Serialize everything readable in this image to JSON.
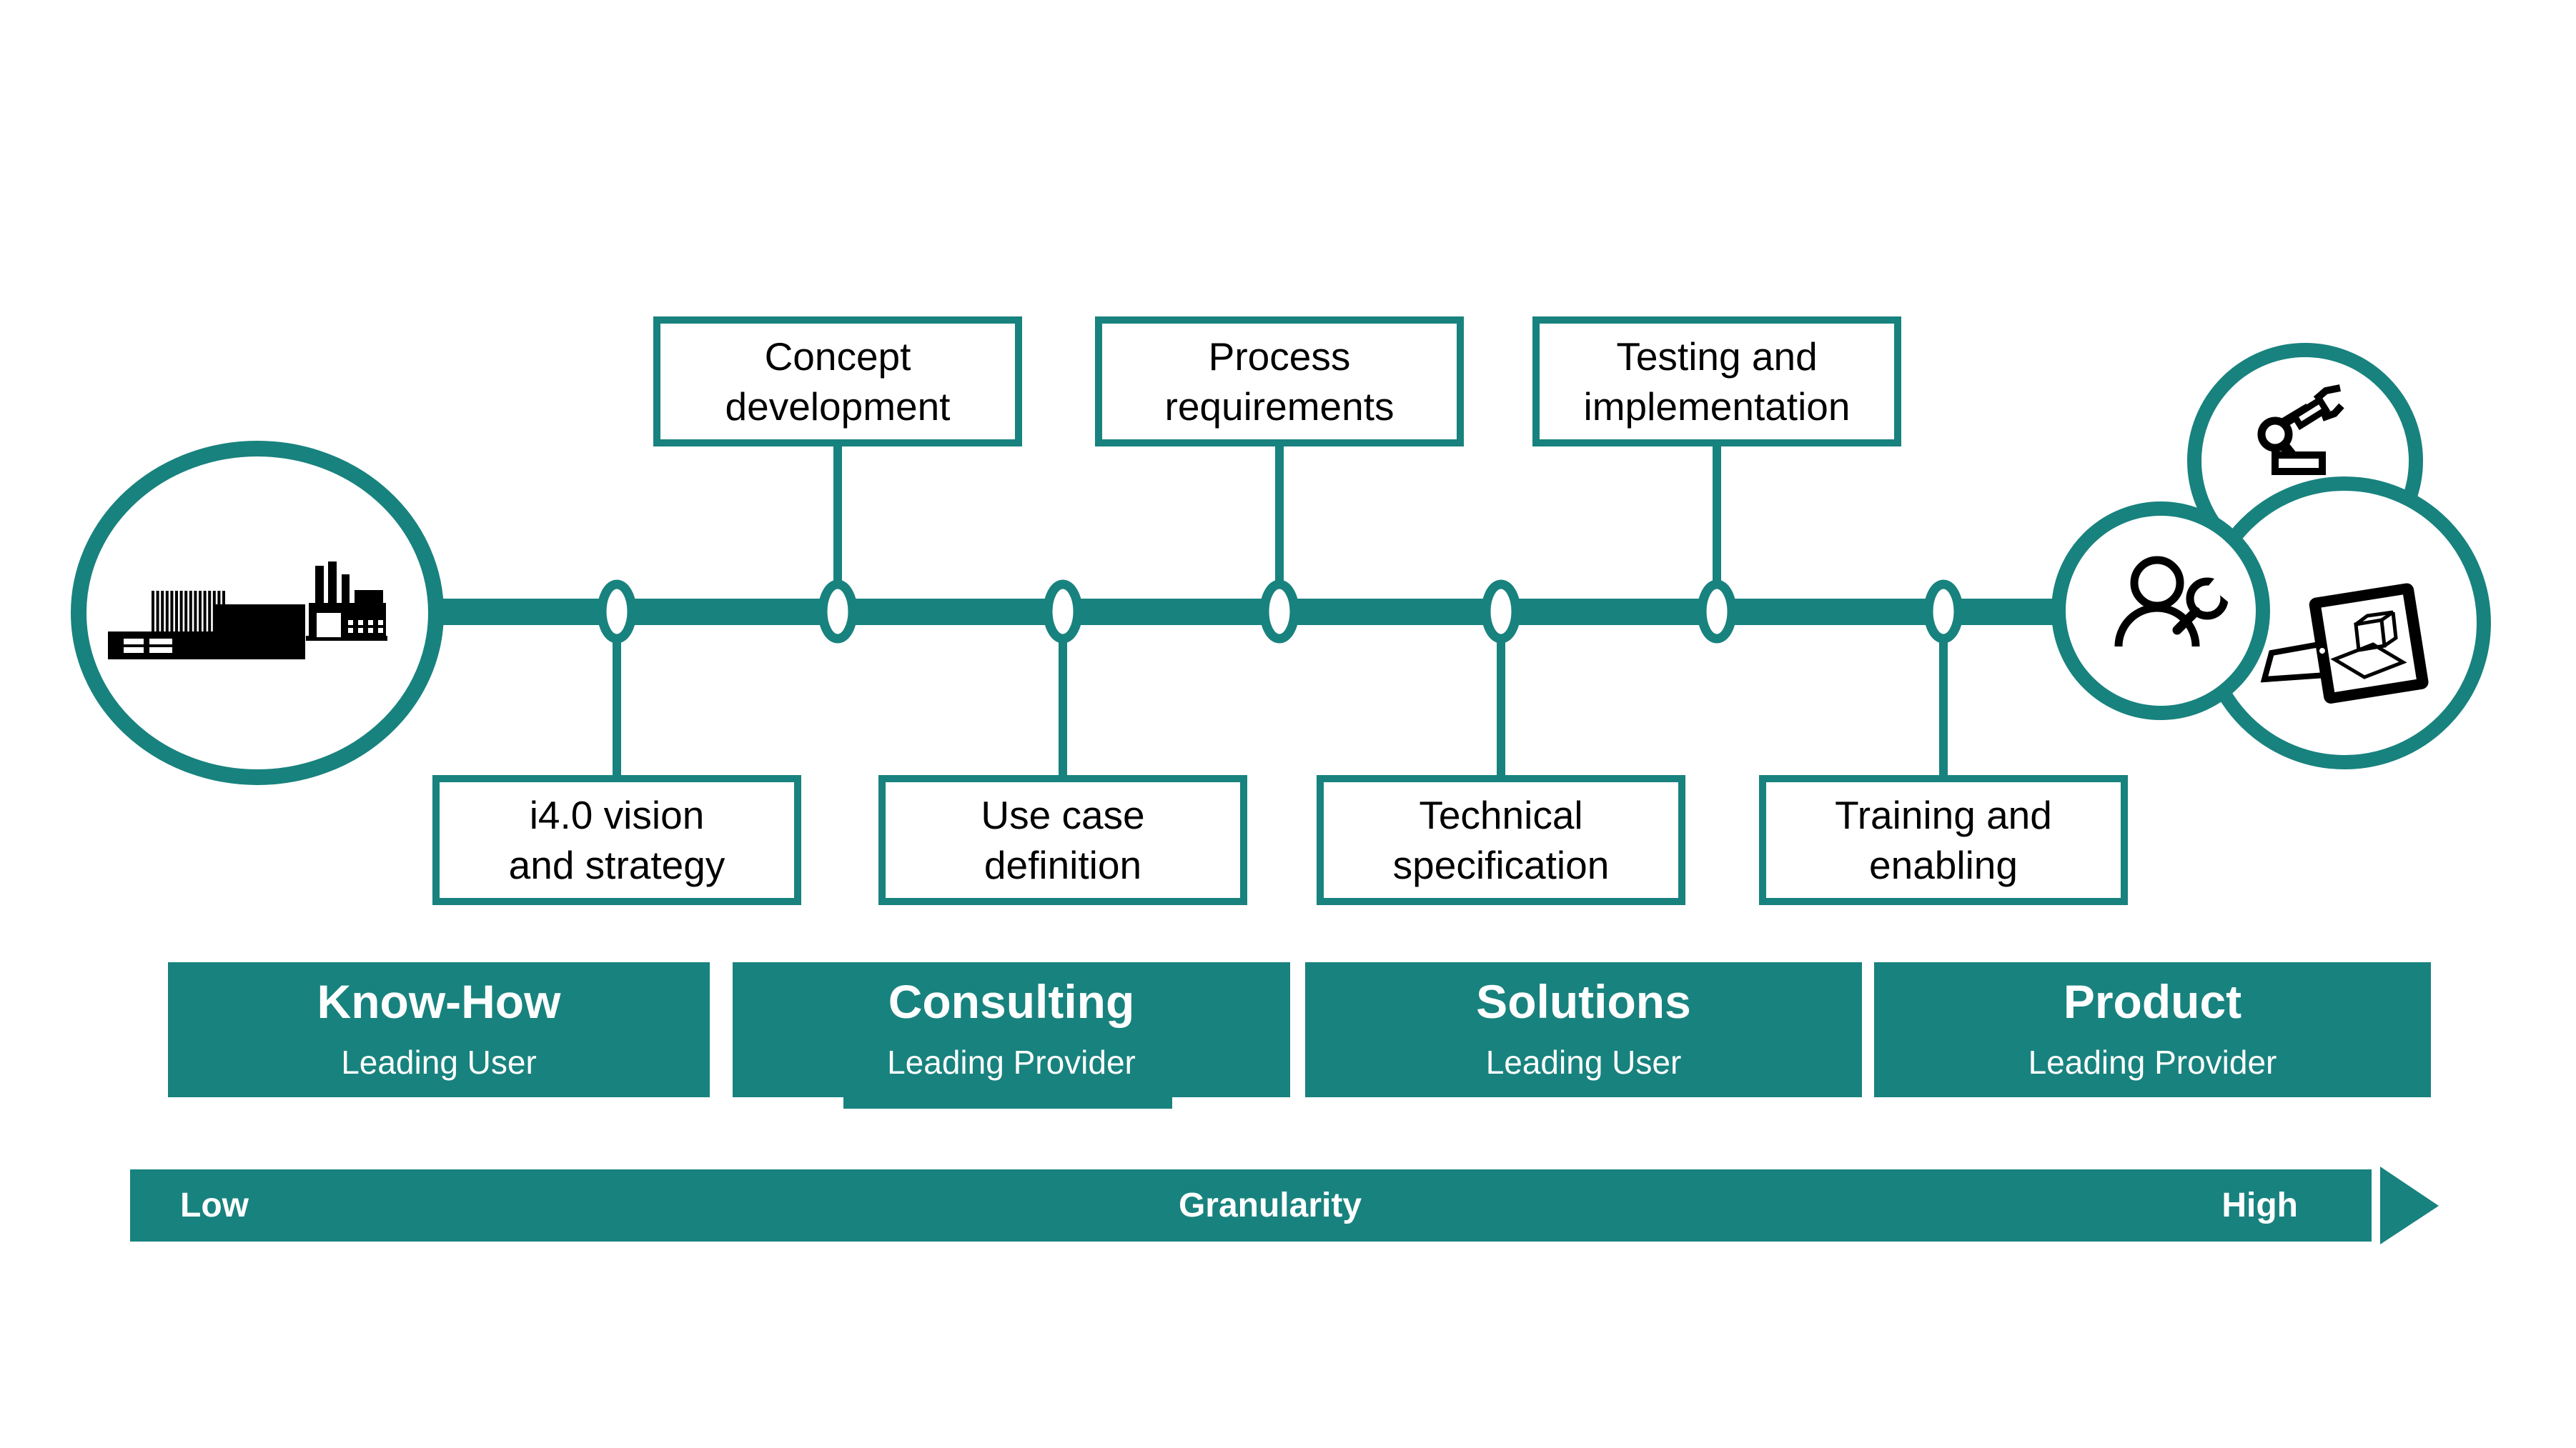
{
  "colors": {
    "teal": "#18827e",
    "black": "#000000",
    "white": "#ffffff"
  },
  "process_steps": {
    "above_timeline": [
      {
        "line1": "Concept",
        "line2": "development"
      },
      {
        "line1": "Process",
        "line2": "requirements"
      },
      {
        "line1": "Testing and",
        "line2": "implementation"
      }
    ],
    "below_timeline": [
      {
        "line1": "i4.0 vision",
        "line2": "and strategy"
      },
      {
        "line1": "Use case",
        "line2": "definition"
      },
      {
        "line1": "Technical",
        "line2": "specification"
      },
      {
        "line1": "Training and",
        "line2": "enabling"
      }
    ]
  },
  "phases": [
    {
      "title": "Know-How",
      "subtitle": "Leading User"
    },
    {
      "title": "Consulting",
      "subtitle": "Leading Provider"
    },
    {
      "title": "Solutions",
      "subtitle": "Leading User"
    },
    {
      "title": "Product",
      "subtitle": "Leading Provider"
    }
  ],
  "granularity_axis": {
    "low": "Low",
    "label": "Granularity",
    "high": "High"
  },
  "icons": {
    "left_circle": "factory-icon",
    "right_top_circle": "robot-arm-icon",
    "right_left_circle": "person-wrench-icon",
    "right_bottom_circle": "tablet-ar-icon"
  }
}
